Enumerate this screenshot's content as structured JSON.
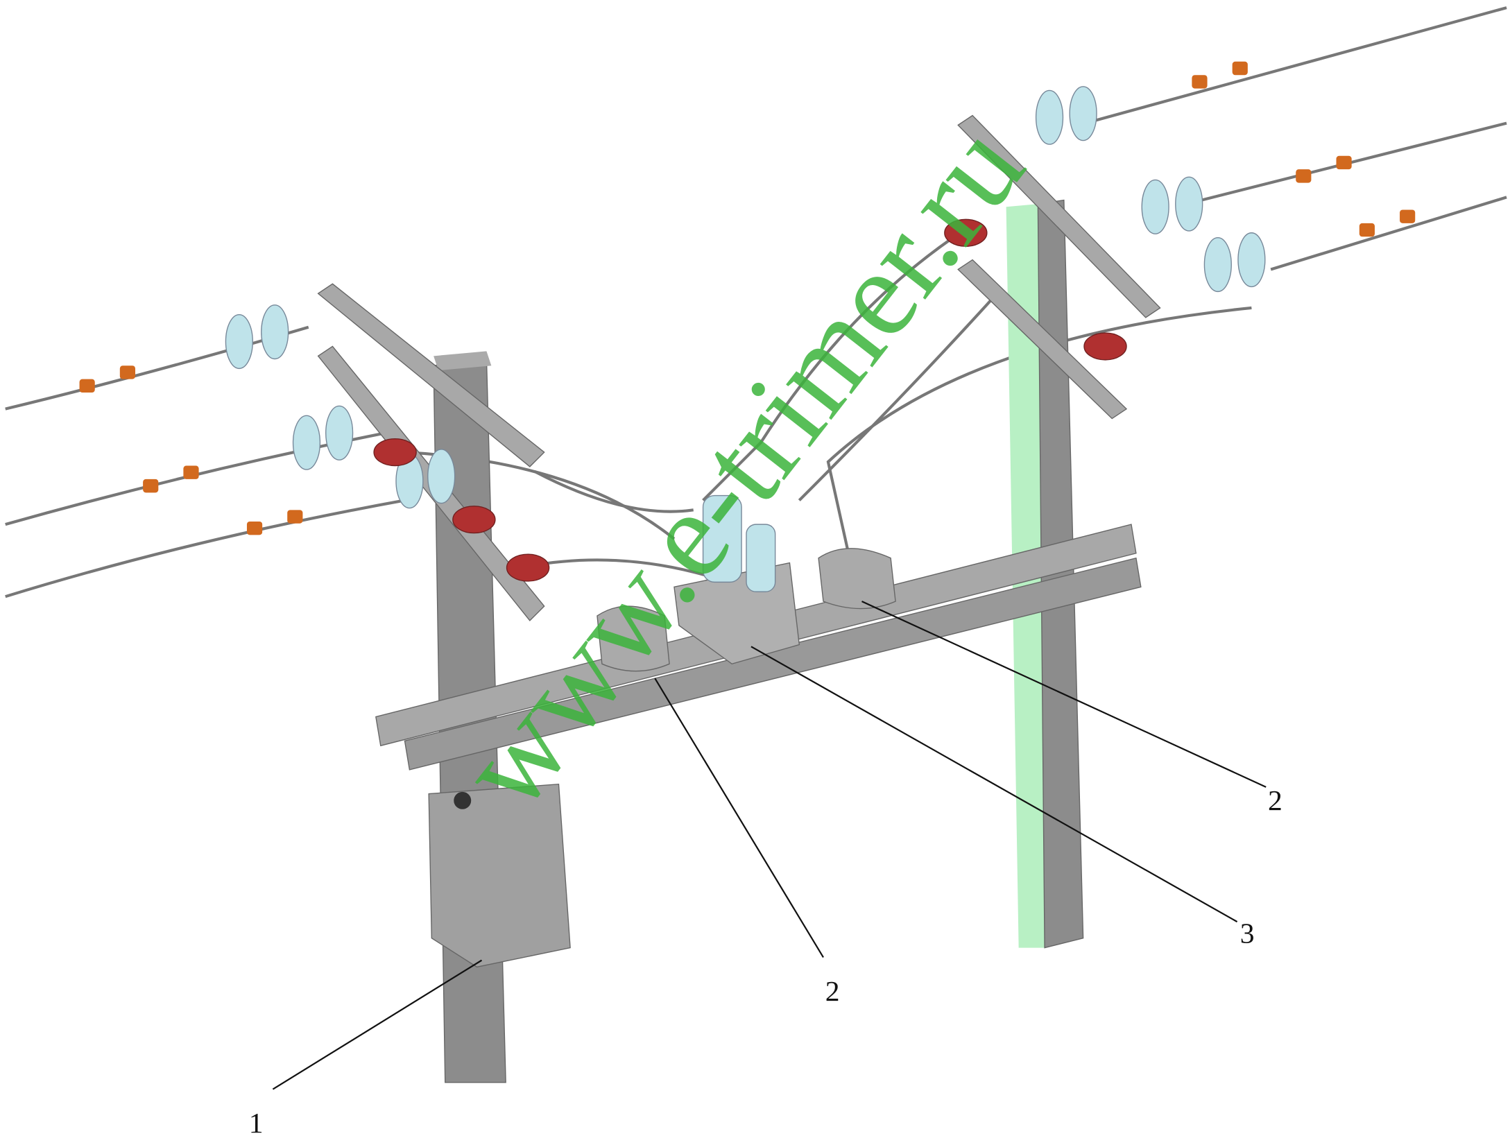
{
  "figure": {
    "callouts": [
      {
        "id": "callout-1",
        "text": "1"
      },
      {
        "id": "callout-2a",
        "text": "2"
      },
      {
        "id": "callout-3",
        "text": "3"
      },
      {
        "id": "callout-2b",
        "text": "2"
      }
    ],
    "watermark": "www.e-trimer.ru"
  },
  "colors": {
    "steel": "#8c8c8c",
    "pole_highlight": "#b8f0c4",
    "insulator_glass": "#bfe3ea",
    "arrester_red": "#b03030",
    "clamp_orange": "#d2691e",
    "watermark": "#3cb43c"
  }
}
